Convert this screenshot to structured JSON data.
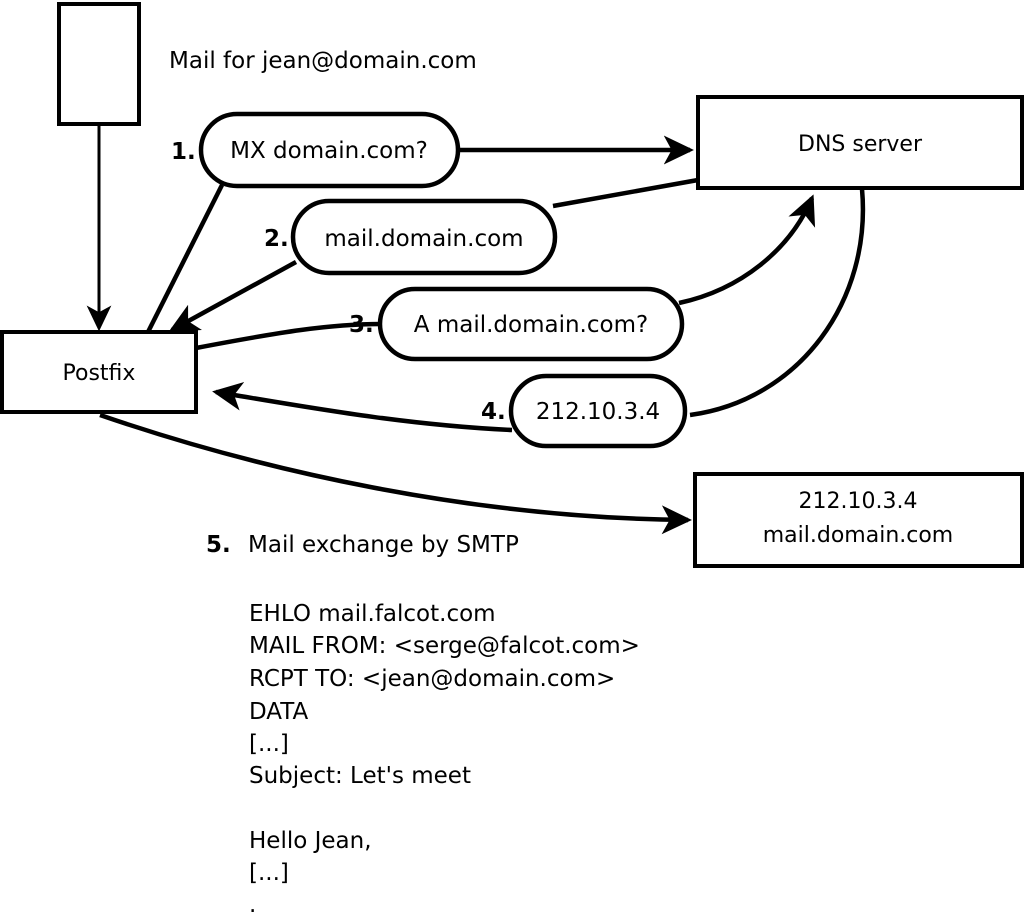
{
  "diagram": {
    "title_caption": "Mail for jean@domain.com",
    "nodes": {
      "mail_source": {
        "label": ""
      },
      "postfix": {
        "label": "Postfix"
      },
      "dns_server": {
        "label": "DNS server"
      },
      "target_server": {
        "line1": "212.10.3.4",
        "line2": "mail.domain.com"
      }
    },
    "steps": [
      {
        "number": "1.",
        "label": "MX domain.com?"
      },
      {
        "number": "2.",
        "label": "mail.domain.com"
      },
      {
        "number": "3.",
        "label": "A mail.domain.com?"
      },
      {
        "number": "4.",
        "label": "212.10.3.4"
      }
    ],
    "step5": {
      "number": "5.",
      "label": "Mail exchange by SMTP"
    },
    "transcript": [
      "EHLO mail.falcot.com",
      "MAIL FROM: <serge@falcot.com>",
      "RCPT TO: <jean@domain.com>",
      "DATA",
      "[...]",
      "Subject: Let's meet",
      "",
      "Hello Jean,",
      "[...]",
      "."
    ],
    "colors": {
      "stroke": "#000000",
      "fill": "#ffffff",
      "text": "#000000"
    }
  }
}
